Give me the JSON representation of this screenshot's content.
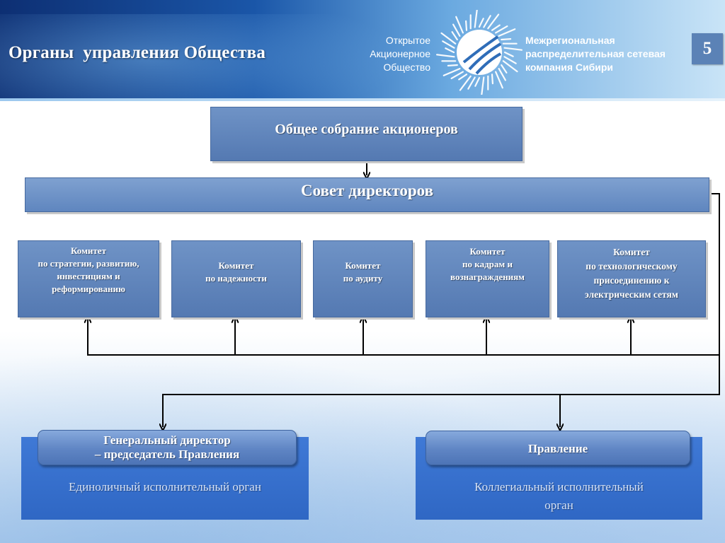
{
  "header": {
    "title": "Органы  управления Общества",
    "company_type": [
      "Открытое",
      "Акционерное",
      "Общество"
    ],
    "company_name": [
      "Межрегиональная",
      "распределительная сетевая",
      "компания Сибири"
    ],
    "page_number": "5"
  },
  "diagram": {
    "shareholders_meeting": "Общее собрание акционеров",
    "board_of_directors": "Совет директоров",
    "committees": [
      {
        "lines": [
          "Комитет",
          "по  стратегии, развитию,",
          "инвестициям и",
          "реформированию"
        ]
      },
      {
        "lines": [
          "Комитет",
          "по надежности"
        ]
      },
      {
        "lines": [
          "Комитет",
          "по аудиту"
        ]
      },
      {
        "lines": [
          "Комитет",
          "по кадрам и",
          "вознаграждениям"
        ]
      },
      {
        "lines": [
          "Комитет",
          "по технологическому",
          "присоединению к",
          "электрическим сетям"
        ]
      }
    ],
    "ceo": {
      "title_lines": [
        "Генеральный директор",
        "– председатель Правления"
      ],
      "description": "Единоличный исполнительный орган"
    },
    "management_board": {
      "title": "Правление",
      "description_lines": [
        "Коллегиальный исполнительный",
        "орган"
      ]
    }
  },
  "colors": {
    "box_blue": "#5b80b8",
    "panel_blue": "#3670cd",
    "connector": "#000000"
  }
}
